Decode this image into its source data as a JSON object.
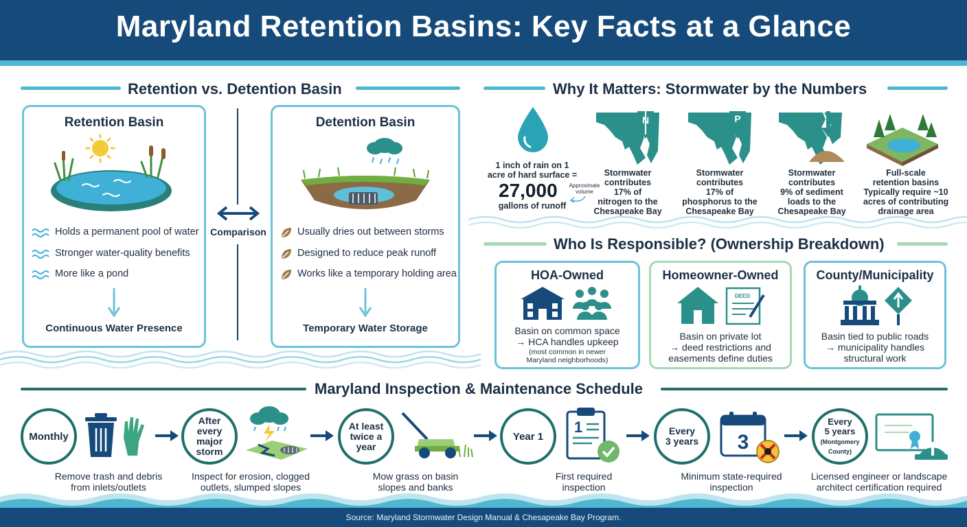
{
  "header": {
    "title": "Maryland Retention Basins: Key Facts at a Glance"
  },
  "comparison": {
    "title": "Retention vs. Detention Basin",
    "middle_label": "Comparison",
    "retention": {
      "title": "Retention Basin",
      "bullets": [
        "Holds a permanent pool of water",
        "Stronger water-quality benefits",
        "More like a pond"
      ],
      "footer": "Continuous Water Presence"
    },
    "detention": {
      "title": "Detention Basin",
      "bullets": [
        "Usually dries out between storms",
        "Designed to reduce peak runoff",
        "Works like a temporary holding area"
      ],
      "footer": "Temporary Water Storage"
    }
  },
  "numbers": {
    "title": "Why It Matters: Stormwater by the Numbers",
    "rain": {
      "line1": "1 inch of rain on 1",
      "line2": "acre of hard surface =",
      "big": "27,000",
      "approx1": "Approximate",
      "approx2": "volume",
      "line3": "gallons of runoff"
    },
    "stats": [
      {
        "badge": "N",
        "lines": [
          "Stormwater",
          "contributes",
          "17% of",
          "nitrogen to the",
          "Chesapeake Bay"
        ]
      },
      {
        "badge": "P",
        "lines": [
          "Stormwater",
          "contributes",
          "17% of",
          "phosphorus to the",
          "Chesapeake Bay"
        ]
      },
      {
        "badge": "",
        "lines": [
          "Stormwater",
          "contributes",
          "9% of sediment",
          "loads to the",
          "Chesapeake Bay"
        ]
      },
      {
        "badge": "",
        "lines": [
          "Full-scale",
          "retention basins",
          "Typically require ~10",
          "acres of contributing",
          "drainage area"
        ]
      }
    ]
  },
  "ownership": {
    "title": "Who Is Responsible? (Ownership Breakdown)",
    "hoa": {
      "title": "HOA-Owned",
      "line1": "Basin on common space",
      "line2": "→ HCA handles upkeep",
      "small1": "(most common in newer",
      "small2": "Maryland neighborhoods)"
    },
    "homeowner": {
      "title": "Homeowner-Owned",
      "line1": "Basin on private lot",
      "line2": "→ deed restrictions and",
      "line3": "easements define duties",
      "deed_label": "DEED"
    },
    "county": {
      "title": "County/Municipality",
      "line1": "Basin tied to public roads",
      "line2": "→ municipality handles",
      "line3": "structural work"
    }
  },
  "schedule": {
    "title": "Maryland Inspection & Maintenance Schedule",
    "steps": [
      {
        "label_lines": [
          "Monthly"
        ],
        "desc": [
          "Remove trash and debris",
          "from inlets/outlets"
        ]
      },
      {
        "label_lines": [
          "After",
          "every",
          "major",
          "storm"
        ],
        "desc": [
          "Inspect for erosion, clogged",
          "outlets, slumped slopes"
        ]
      },
      {
        "label_lines": [
          "At least",
          "twice a",
          "year"
        ],
        "desc": [
          "Mow grass on basin",
          "slopes and banks"
        ]
      },
      {
        "label_lines": [
          "Year 1"
        ],
        "desc": [
          "First required",
          "inspection"
        ]
      },
      {
        "label_lines": [
          "Every",
          "3 years"
        ],
        "desc": [
          "Minimum state-required",
          "inspection"
        ],
        "calendar_number": "3"
      },
      {
        "label_lines": [
          "Every",
          "5 years",
          "(Montgomery",
          "County)"
        ],
        "desc": [
          "Licensed engineer or landscape",
          "architect certification required"
        ]
      }
    ],
    "clipboard_number": "1"
  },
  "footer": {
    "source": "Source: Maryland Stormwater Design Manual & Chesapeake Bay Program."
  },
  "colors": {
    "navy": "#164a7a",
    "teal": "#2b8f8a",
    "aqua": "#4fb7d0",
    "light_aqua": "#6cc2d8",
    "green": "#a6d9b3",
    "dark_green": "#1f6f6a"
  }
}
